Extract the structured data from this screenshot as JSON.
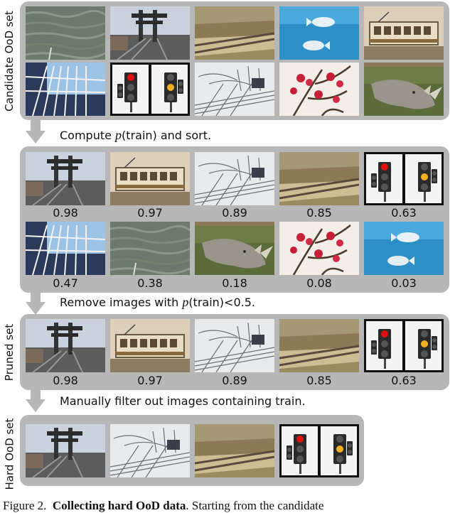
{
  "labels": {
    "candidate": "Candidate OoD set",
    "pruned": "Pruned set",
    "hard": "Hard OoD set"
  },
  "steps": {
    "compute_prefix": "Compute ",
    "compute_p": "p",
    "compute_suffix": "(train) and sort.",
    "remove_prefix": "Remove images with ",
    "remove_p": "p",
    "remove_suffix": "(train)<0.5.",
    "manual": "Manually filter out images containing train."
  },
  "sorted_scores_row1": [
    "0.98",
    "0.97",
    "0.89",
    "0.85",
    "0.63"
  ],
  "sorted_scores_row2": [
    "0.47",
    "0.38",
    "0.18",
    "0.08",
    "0.03"
  ],
  "pruned_scores": [
    "0.98",
    "0.97",
    "0.89",
    "0.85",
    "0.63"
  ],
  "caption": {
    "figure": "Figure 2.",
    "bold": "Collecting hard OoD data",
    "rest": ". Starting from the candidate"
  },
  "image_names": {
    "candidate_row1": [
      "water-surface",
      "railway-station",
      "grass-rails",
      "fish-underwater",
      "tram-sepia"
    ],
    "candidate_row2": [
      "sky-tower-inverted",
      "traffic-lights",
      "railway-sketch",
      "red-berries",
      "rhino"
    ]
  }
}
